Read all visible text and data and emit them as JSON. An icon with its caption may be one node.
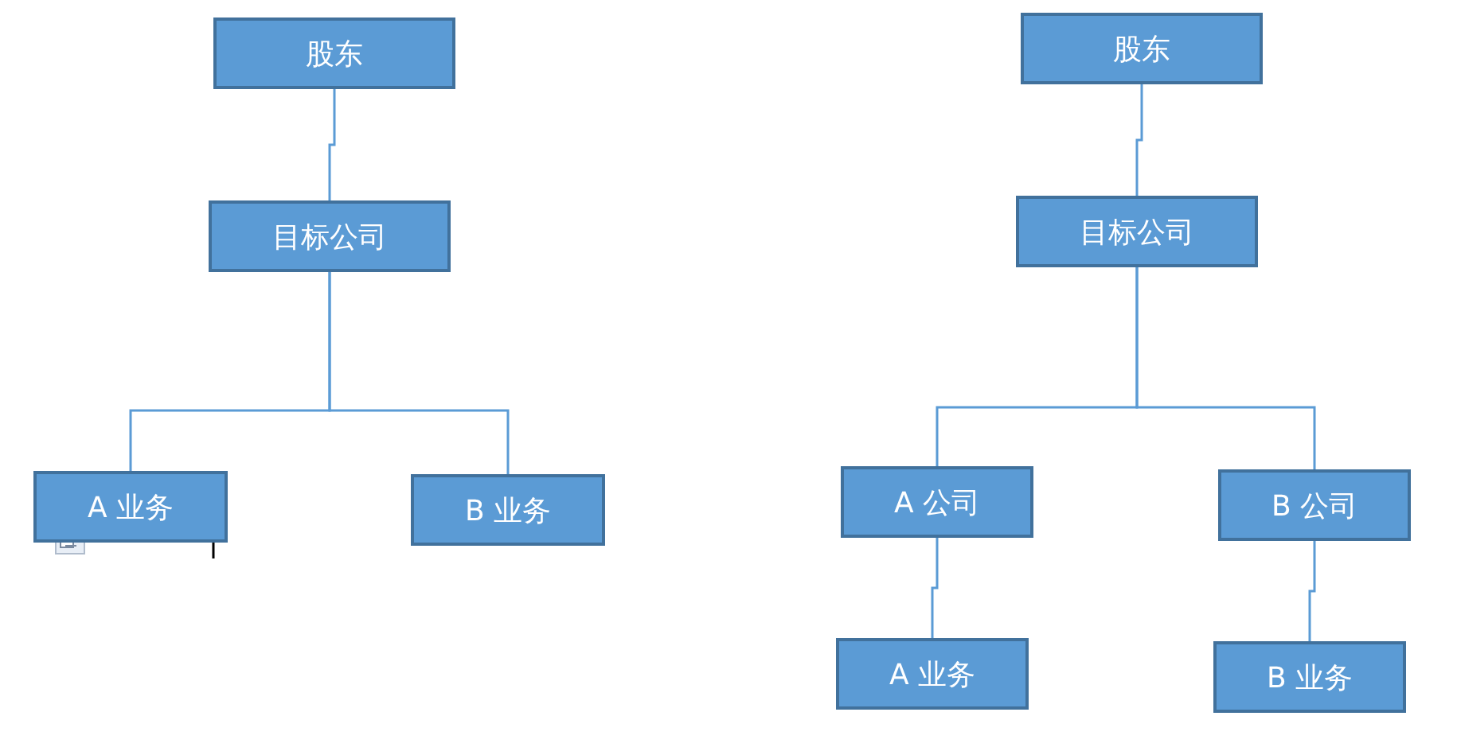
{
  "diagram": {
    "nodes": [
      {
        "text": [
          "股东"
        ]
      },
      {
        "text": [
          "目标公司"
        ]
      },
      {
        "text": [
          "A 业务"
        ]
      },
      {
        "text": [
          "B 业务"
        ]
      },
      {
        "text": [
          "股东"
        ]
      },
      {
        "text": [
          "目标公司"
        ]
      },
      {
        "text": [
          "A 公司"
        ]
      },
      {
        "text": [
          "B 公司"
        ]
      },
      {
        "text": [
          "A 业务"
        ]
      },
      {
        "text": [
          "B 业务"
        ]
      }
    ],
    "edges": [
      {
        "from": 0,
        "to": 1,
        "arrow": "none"
      },
      {
        "from": 1,
        "to": 2,
        "arrow": "none"
      },
      {
        "from": 1,
        "to": 3,
        "arrow": "none"
      },
      {
        "from": 4,
        "to": 5,
        "arrow": "none"
      },
      {
        "from": 5,
        "to": 6,
        "arrow": "none"
      },
      {
        "from": 5,
        "to": 7,
        "arrow": "none"
      },
      {
        "from": 6,
        "to": 8,
        "arrow": "none"
      },
      {
        "from": 7,
        "to": 9,
        "arrow": "none"
      }
    ]
  }
}
